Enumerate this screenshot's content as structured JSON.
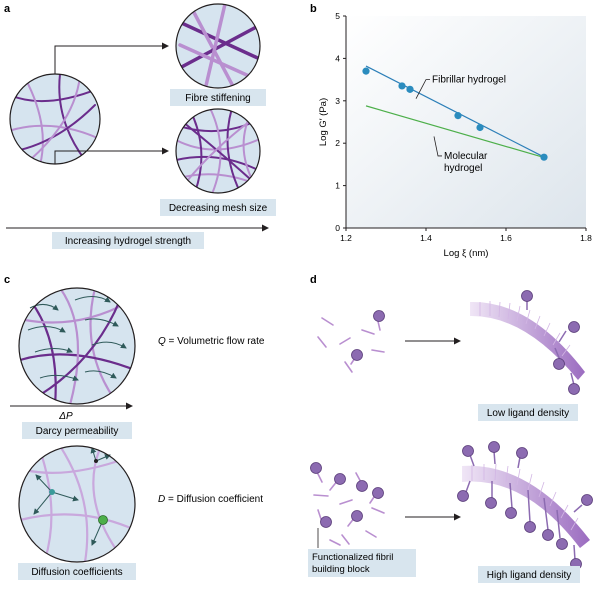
{
  "panel_labels": {
    "a": "a",
    "b": "b",
    "c": "c",
    "d": "d"
  },
  "panel_a": {
    "fibre_stiffening": "Fibre stiffening",
    "decreasing_mesh_size": "Decreasing mesh size",
    "increasing_strength": "Increasing hydrogel strength"
  },
  "panel_c": {
    "q_symbol": "Q",
    "q_text": " = Volumetric flow rate",
    "pressure": "ΔP",
    "darcy": "Darcy permeability",
    "d_symbol": "D",
    "d_text": " = Diffusion coefficient",
    "diffusion": "Diffusion coefficients"
  },
  "panel_d": {
    "low_density": "Low ligand density",
    "high_density": "High ligand density",
    "building_block_line1": "Functionalized fibril",
    "building_block_line2": "building block"
  },
  "colors": {
    "circle_fill": "#d6e4ef",
    "fibre_dark": "#6b2d8c",
    "fibre_light": "#b98fd0",
    "ligand": "#8c6bb1",
    "label_bg": "#d8e5ee",
    "marker": "#2b8cbe",
    "fibrillar_line": "#2c7fb8",
    "molecular_line": "#4daf4a"
  },
  "chart_data": {
    "type": "scatter",
    "title": "",
    "xlabel": "Log ξ (nm)",
    "ylabel": "Log G′ (Pa)",
    "xlim": [
      1.2,
      1.8
    ],
    "ylim": [
      0,
      5
    ],
    "xticks": [
      "1.2",
      "1.4",
      "1.6",
      "1.8"
    ],
    "yticks": [
      "0",
      "1",
      "2",
      "3",
      "4",
      "5"
    ],
    "points": [
      {
        "x": 1.25,
        "y": 3.7
      },
      {
        "x": 1.34,
        "y": 3.35
      },
      {
        "x": 1.36,
        "y": 3.27
      },
      {
        "x": 1.48,
        "y": 2.65
      },
      {
        "x": 1.535,
        "y": 2.37
      },
      {
        "x": 1.695,
        "y": 1.67
      }
    ],
    "series": [
      {
        "name": "Fibrillar hydrogel",
        "x": [
          1.25,
          1.7
        ],
        "y": [
          3.82,
          1.65
        ]
      },
      {
        "name": "Molecular hydrogel",
        "x": [
          1.25,
          1.7
        ],
        "y": [
          2.88,
          1.65
        ]
      }
    ],
    "grid": false
  }
}
